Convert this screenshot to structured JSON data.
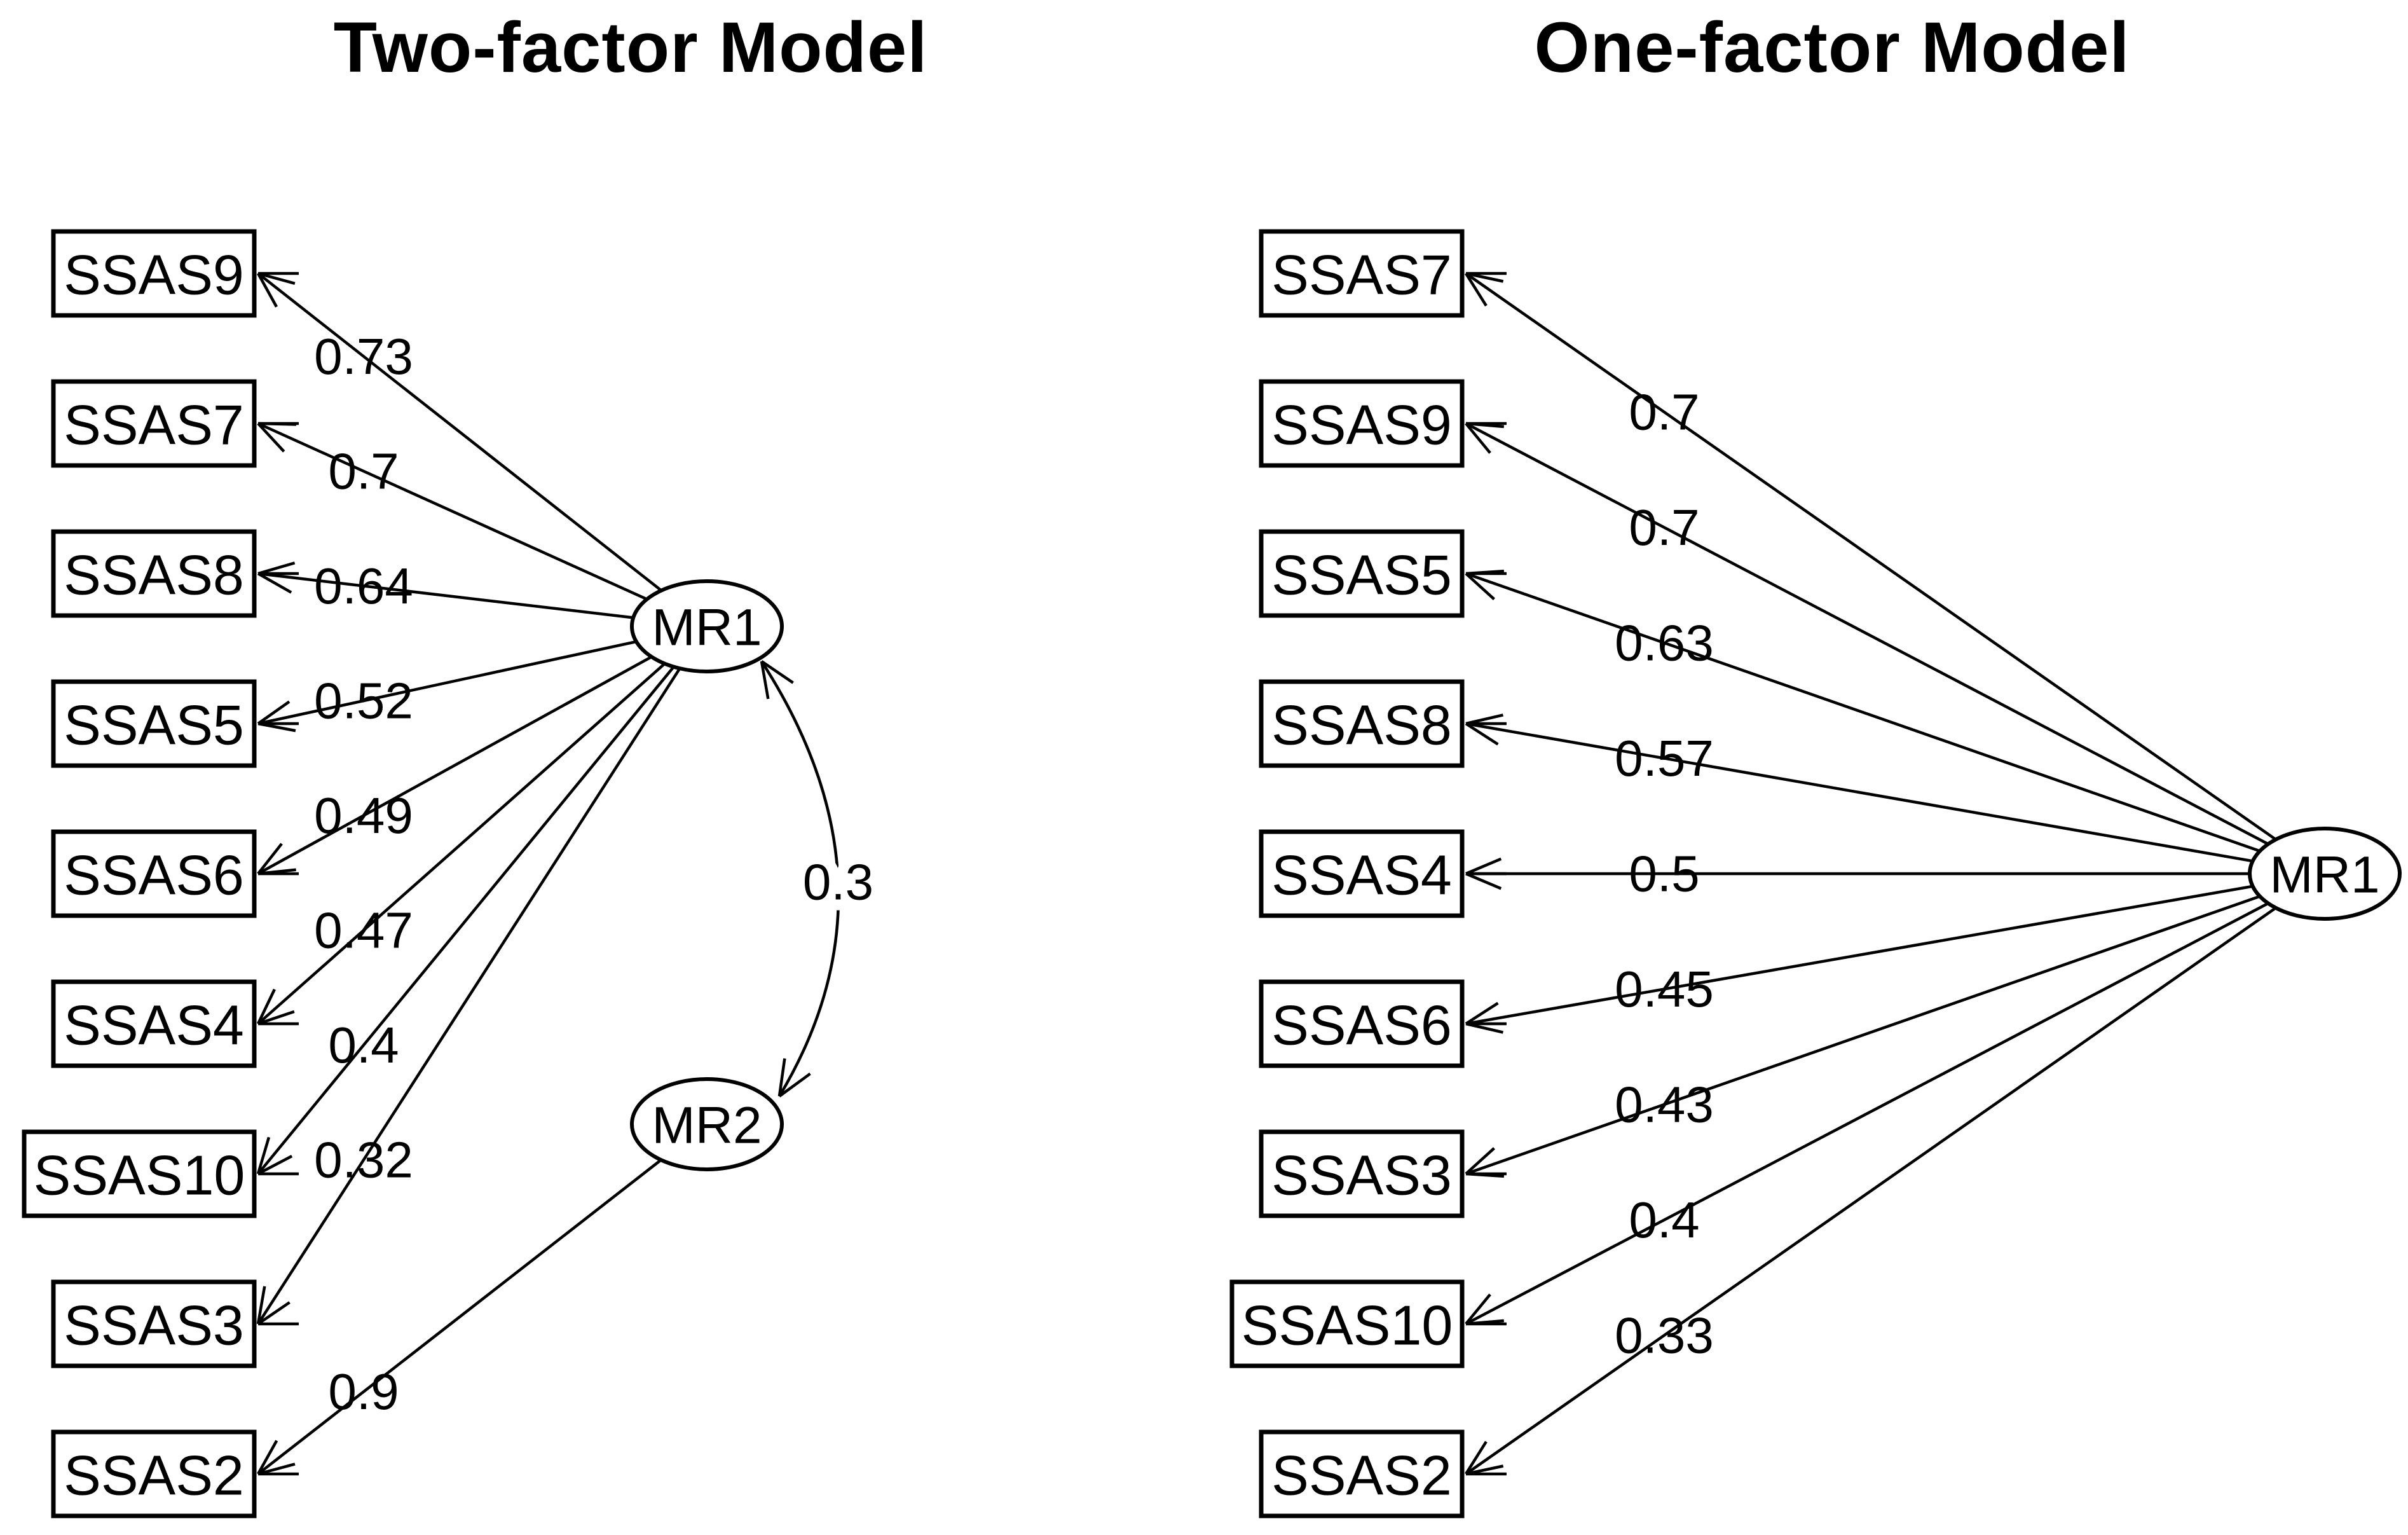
{
  "diagram_type": "factor-analysis-path-diagram",
  "colors": {
    "ink": "#000000",
    "background": "#ffffff"
  },
  "panels": {
    "two_factor": {
      "title": "Two-factor Model",
      "indicators": [
        "SSAS9",
        "SSAS7",
        "SSAS8",
        "SSAS5",
        "SSAS6",
        "SSAS4",
        "SSAS10",
        "SSAS3",
        "SSAS2"
      ],
      "factors": [
        "MR1",
        "MR2"
      ],
      "loadings": [
        {
          "factor": "MR1",
          "indicator": "SSAS9",
          "value": "0.73"
        },
        {
          "factor": "MR1",
          "indicator": "SSAS7",
          "value": "0.7"
        },
        {
          "factor": "MR1",
          "indicator": "SSAS8",
          "value": "0.64"
        },
        {
          "factor": "MR1",
          "indicator": "SSAS5",
          "value": "0.52"
        },
        {
          "factor": "MR1",
          "indicator": "SSAS6",
          "value": "0.49"
        },
        {
          "factor": "MR1",
          "indicator": "SSAS4",
          "value": "0.47"
        },
        {
          "factor": "MR1",
          "indicator": "SSAS10",
          "value": "0.4"
        },
        {
          "factor": "MR1",
          "indicator": "SSAS3",
          "value": "0.32"
        },
        {
          "factor": "MR2",
          "indicator": "SSAS2",
          "value": "0.9"
        }
      ],
      "correlation": {
        "factors": [
          "MR1",
          "MR2"
        ],
        "value": "0.3"
      }
    },
    "one_factor": {
      "title": "One-factor Model",
      "indicators": [
        "SSAS7",
        "SSAS9",
        "SSAS5",
        "SSAS8",
        "SSAS4",
        "SSAS6",
        "SSAS3",
        "SSAS10",
        "SSAS2"
      ],
      "factors": [
        "MR1"
      ],
      "loadings": [
        {
          "factor": "MR1",
          "indicator": "SSAS7",
          "value": "0.7"
        },
        {
          "factor": "MR1",
          "indicator": "SSAS9",
          "value": "0.7"
        },
        {
          "factor": "MR1",
          "indicator": "SSAS5",
          "value": "0.63"
        },
        {
          "factor": "MR1",
          "indicator": "SSAS8",
          "value": "0.57"
        },
        {
          "factor": "MR1",
          "indicator": "SSAS4",
          "value": "0.5"
        },
        {
          "factor": "MR1",
          "indicator": "SSAS6",
          "value": "0.45"
        },
        {
          "factor": "MR1",
          "indicator": "SSAS3",
          "value": "0.43"
        },
        {
          "factor": "MR1",
          "indicator": "SSAS10",
          "value": "0.4"
        },
        {
          "factor": "MR1",
          "indicator": "SSAS2",
          "value": "0.33"
        }
      ]
    }
  }
}
